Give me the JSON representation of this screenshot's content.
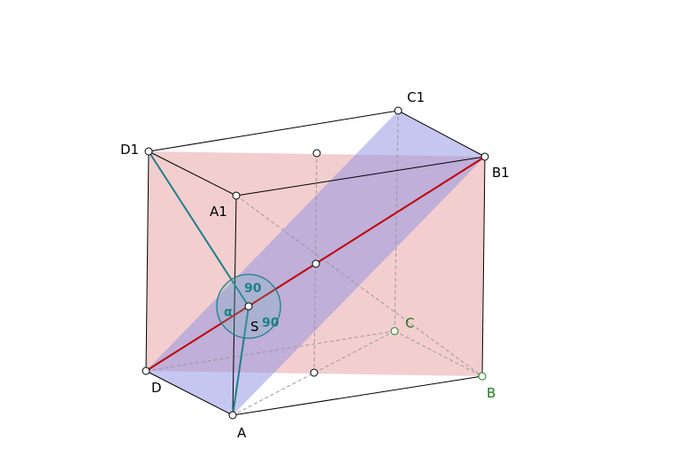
{
  "labels": {
    "A": "A",
    "B": "B",
    "C": "C",
    "D": "D",
    "A1": "A1",
    "B1": "B1",
    "C1": "C1",
    "D1": "D1",
    "S": "S",
    "angle_alpha": "α",
    "angle_top": "90",
    "angle_right": "90"
  },
  "colors": {
    "edge": "#000000",
    "hidden_edge": "#999999",
    "pink_plane": "#e9a6a6",
    "blue_plane": "#8c8fe3",
    "diagonal": "#c00000",
    "teal": "#1f7f87",
    "green_label": "#1a7a1a"
  }
}
